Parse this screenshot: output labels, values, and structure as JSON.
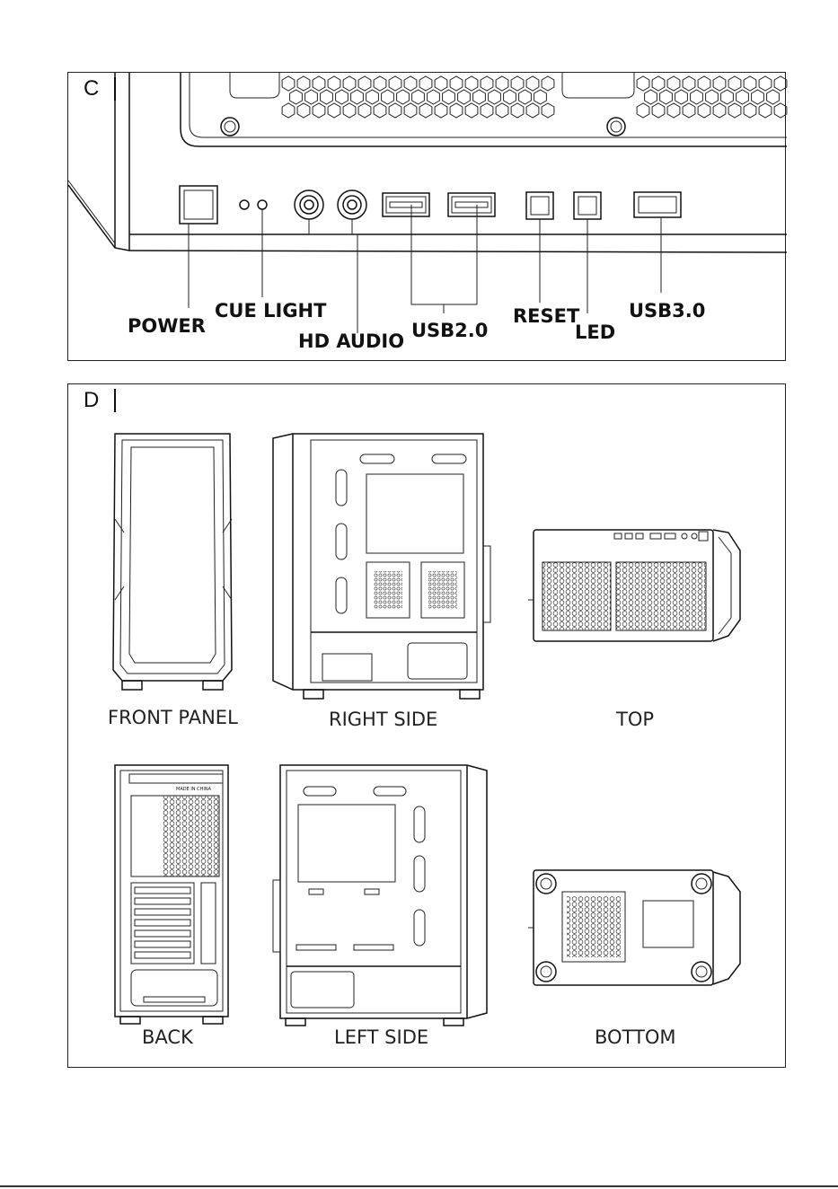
{
  "panel_c": {
    "letter": "C",
    "labels": {
      "power": "POWER",
      "cue_light": "CUE LIGHT",
      "hd_audio": "HD AUDIO",
      "usb2": "USB2.0",
      "reset": "RESET",
      "led": "LED",
      "usb3": "USB3.0"
    }
  },
  "panel_d": {
    "letter": "D",
    "views": {
      "front_panel": "FRONT PANEL",
      "right_side": "RIGHT SIDE",
      "top": "TOP",
      "back": "BACK",
      "left_side": "LEFT SIDE",
      "bottom": "BOTTOM"
    },
    "back_plate_text": "MADE IN CHINA"
  }
}
